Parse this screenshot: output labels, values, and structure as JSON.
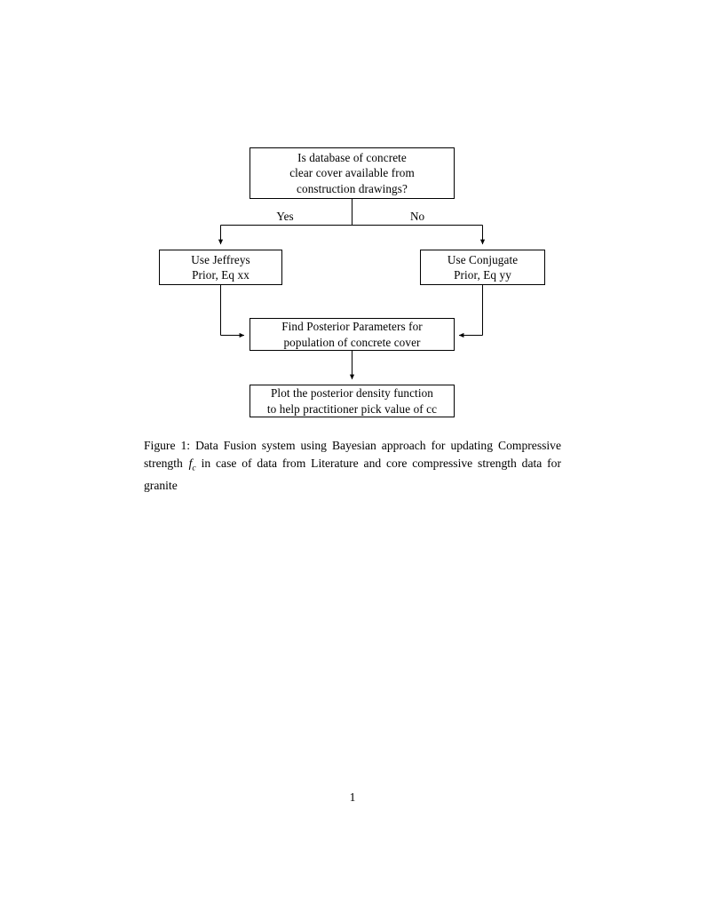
{
  "document": {
    "page_number": "1",
    "background_color": "#ffffff",
    "text_color": "#000000"
  },
  "figure": {
    "type": "flowchart",
    "nodes": [
      {
        "id": "question",
        "lines": [
          "Is database of concrete",
          "clear cover available from",
          "construction drawings?"
        ]
      },
      {
        "id": "jeffreys",
        "lines": [
          "Use Jeffreys",
          "Prior, Eq xx"
        ]
      },
      {
        "id": "conjugate",
        "lines": [
          "Use Conjugate",
          "Prior, Eq yy"
        ]
      },
      {
        "id": "posterior",
        "lines": [
          "Find Posterior Parameters for",
          "population of concrete cover"
        ]
      },
      {
        "id": "plot",
        "lines": [
          "Plot the posterior density function",
          "to help practitioner pick value of cc"
        ]
      }
    ],
    "edge_labels": {
      "yes": "Yes",
      "no": "No"
    },
    "line_color": "#000000"
  },
  "caption": {
    "label": "Figure 1:",
    "text_before_math": " Data Fusion system using Bayesian approach for updating Compressive strength ",
    "math_symbol": "f",
    "math_subscript": "c",
    "text_after_math": " in case of data from Literature and core compressive strength data for granite"
  }
}
